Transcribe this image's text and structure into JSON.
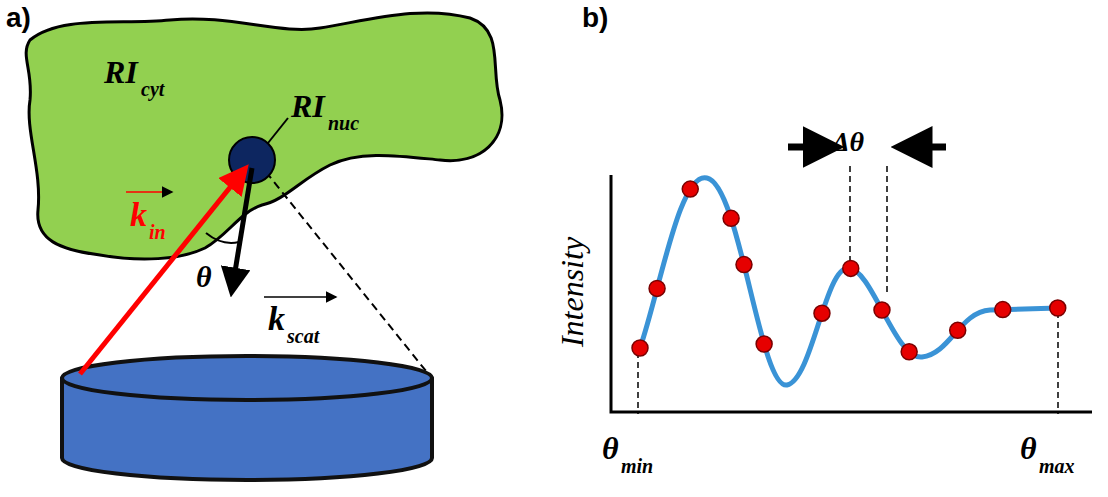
{
  "diagram": {
    "labels": [
      "a)",
      "b)",
      "RI",
      "cyt",
      "RI",
      "nuc",
      "k",
      "in",
      "θ",
      "k",
      "scat",
      "Intensity",
      "Δθ",
      "θ",
      "min",
      "θ",
      "max"
    ]
  }
}
